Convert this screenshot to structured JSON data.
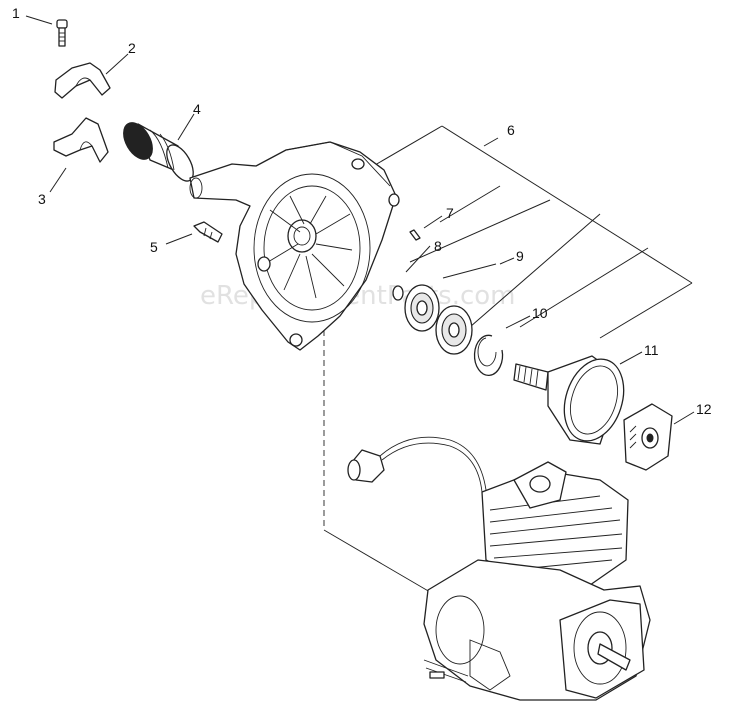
{
  "watermark": "eReplacementParts.com",
  "callouts": [
    {
      "id": "1",
      "label": "1"
    },
    {
      "id": "2",
      "label": "2"
    },
    {
      "id": "3",
      "label": "3"
    },
    {
      "id": "4",
      "label": "4"
    },
    {
      "id": "5",
      "label": "5"
    },
    {
      "id": "6",
      "label": "6"
    },
    {
      "id": "7",
      "label": "7"
    },
    {
      "id": "8",
      "label": "8"
    },
    {
      "id": "9",
      "label": "9"
    },
    {
      "id": "10",
      "label": "10"
    },
    {
      "id": "11",
      "label": "11"
    },
    {
      "id": "12",
      "label": "12"
    }
  ]
}
